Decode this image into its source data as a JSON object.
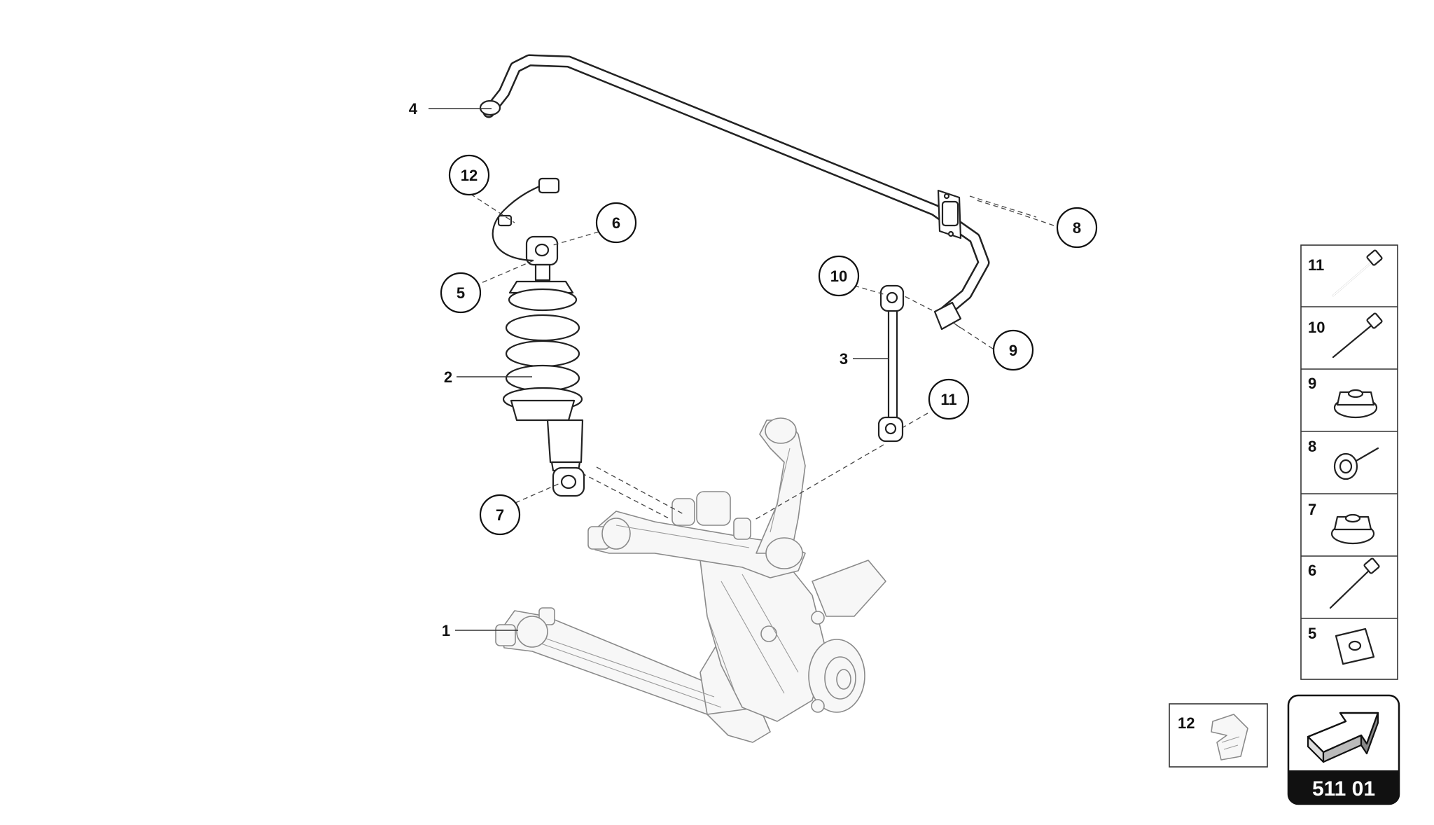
{
  "callouts": {
    "c1": "1",
    "c2": "2",
    "c3": "3",
    "c4": "4",
    "c5": "5",
    "c6": "6",
    "c7": "7",
    "c8": "8",
    "c9": "9",
    "c10": "10",
    "c11": "11",
    "c12": "12"
  },
  "legend": {
    "items": [
      "11",
      "10",
      "9",
      "8",
      "7",
      "6",
      "5"
    ],
    "clip": "12"
  },
  "badge": {
    "code": "511 01"
  }
}
